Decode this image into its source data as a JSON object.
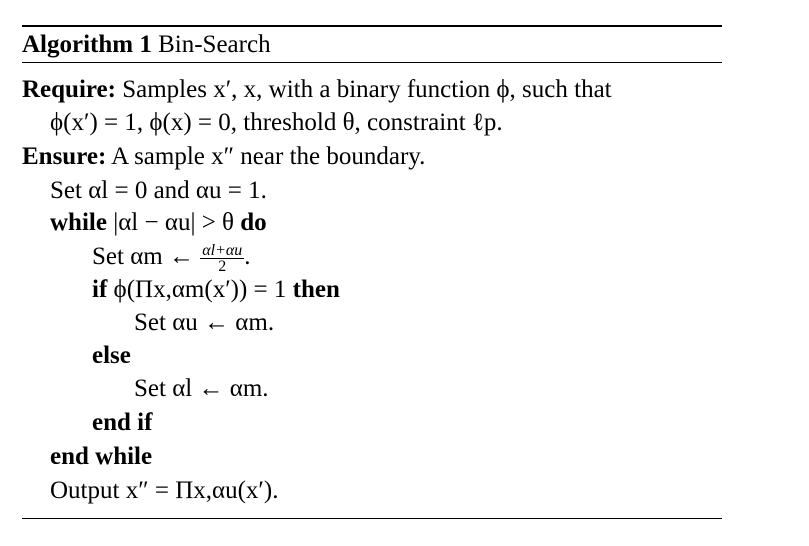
{
  "algorithm": {
    "label": "Algorithm 1",
    "name": "Bin-Search",
    "require_kw": "Require:",
    "require_text_1": "Samples x′, x, with a binary function ϕ, such that",
    "require_text_2": "ϕ(x′) = 1, ϕ(x) = 0, threshold θ, constraint ℓp.",
    "ensure_kw": "Ensure:",
    "ensure_text": "A sample x″ near the boundary.",
    "step_set_init": "Set αl = 0 and αu = 1.",
    "while_kw": "while",
    "while_cond": "|αl − αu| > θ",
    "do_kw": "do",
    "step_set_m_prefix": "Set αm ←",
    "step_set_m_num": "αl+αu",
    "step_set_m_den": "2",
    "if_kw": "if",
    "if_cond": "ϕ(Πx,αm(x′)) = 1",
    "then_kw": "then",
    "step_set_u": "Set αu ← αm.",
    "else_kw": "else",
    "step_set_l": "Set αl ← αm.",
    "end_if_kw": "end if",
    "end_while_kw": "end while",
    "output_text": "Output x″ = Πx,αu(x′)."
  }
}
